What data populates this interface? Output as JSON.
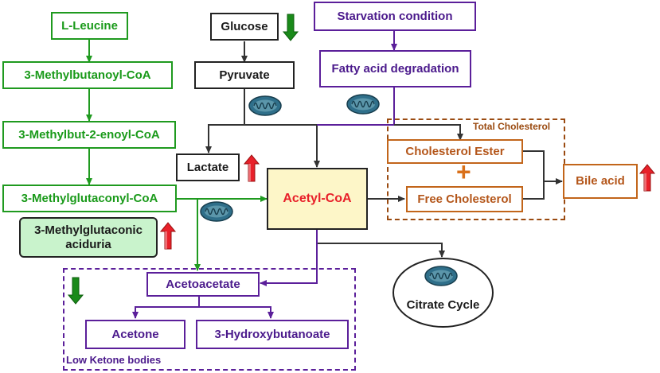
{
  "colors": {
    "green": "#1f9a1f",
    "purple": "#5b1f9a",
    "orange": "#c2651a",
    "black": "#222222",
    "up_arrow_red": "#e8202a",
    "down_arrow_green": "#1a8a1a",
    "acetyl_fill": "#fdf6c8",
    "acetyl_text": "#e8202a",
    "disease_fill": "#c9f3cc",
    "mitochondrion": "#2f6f8a"
  },
  "nodes": {
    "leucine": "L-Leucine",
    "methylbutanoyl": "3-Methylbutanoyl-CoA",
    "methylbutenoyl": "3-Methylbut-2-enoyl-CoA",
    "methylglutaconyl": "3-Methylglutaconyl-CoA",
    "aciduria": "3-Methylglutaconic aciduria",
    "glucose": "Glucose",
    "pyruvate": "Pyruvate",
    "lactate": "Lactate",
    "starvation": "Starvation condition",
    "fatty_acid": "Fatty acid degradation",
    "acetyl_coa": "Acetyl-CoA",
    "cholesterol_ester": "Cholesterol Ester",
    "free_cholesterol": "Free Cholesterol",
    "plus_sign": "+",
    "bile_acid": "Bile acid",
    "acetoacetate": "Acetoacetate",
    "acetone": "Acetone",
    "hydroxybutanoate": "3-Hydroxybutanoate",
    "citrate_cycle": "Citrate Cycle"
  },
  "groups": {
    "total_cholesterol": "Total Cholesterol",
    "low_ketone": "Low Ketone bodies"
  },
  "indicators": [
    {
      "target": "glucose",
      "direction": "down"
    },
    {
      "target": "lactate",
      "direction": "up"
    },
    {
      "target": "aciduria",
      "direction": "up"
    },
    {
      "target": "bile_acid",
      "direction": "up"
    },
    {
      "target": "low_ketone",
      "direction": "down"
    }
  ],
  "icons": [
    "mitochondrion-icon",
    "up-arrow-icon",
    "down-arrow-icon"
  ]
}
